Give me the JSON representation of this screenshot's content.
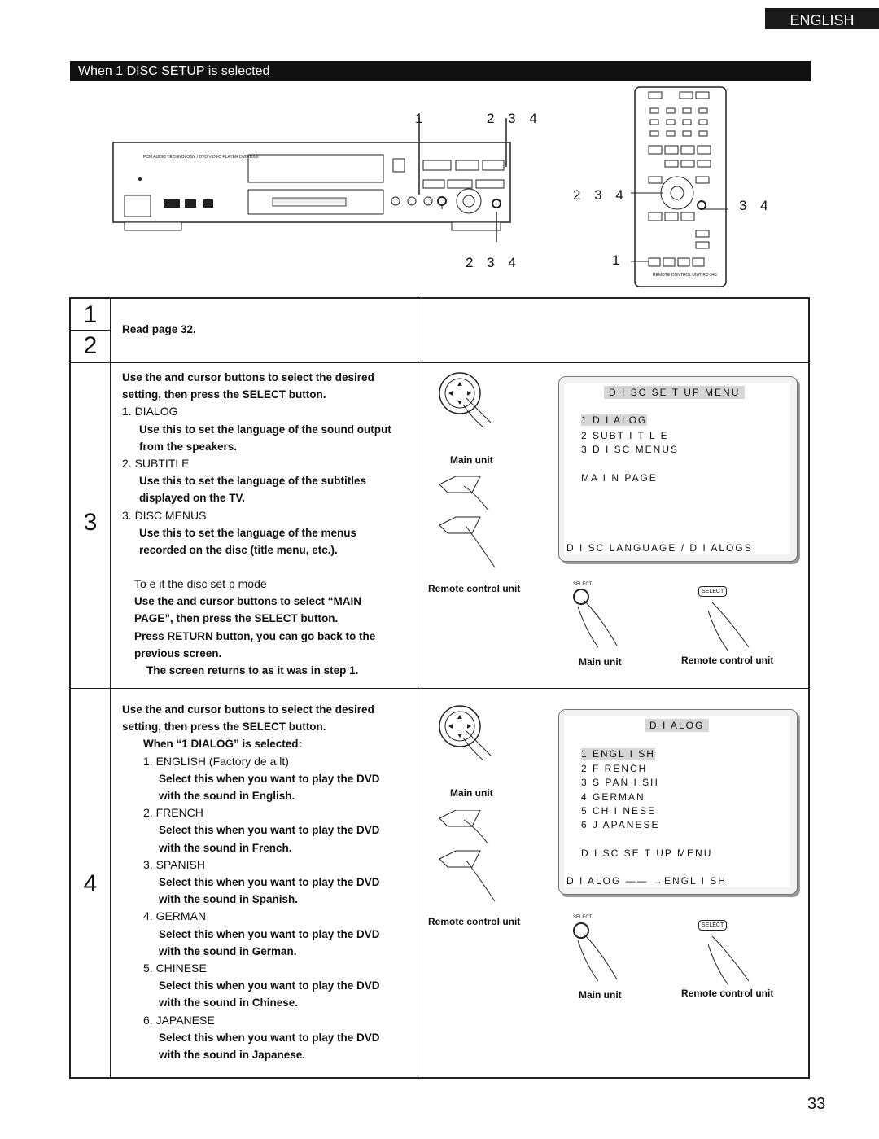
{
  "language_tab": "ENGLISH",
  "header": "When  1 DISC SETUP  is selected",
  "callouts": {
    "player_top_1": "1",
    "player_top_234": "2 3 4",
    "player_bottom_234": "2 3 4",
    "remote_left_234": "2 3 4",
    "remote_right_34": "3 4",
    "remote_bottom_1": "1",
    "remote_model": "REMOTE CONTROL UNIT RC-543",
    "player_brand": "PCM AUDIO TECHNOLOGY / DVD VIDEO PLAYER  DVD-1000"
  },
  "steps": {
    "s1": "1",
    "s2": "2",
    "s3": "3",
    "s4": "4"
  },
  "step12_text": "Read page 32.",
  "step3": {
    "intro1": "Use the     and     cursor buttons to select the desired",
    "intro2": "setting, then press the SELECT button.",
    "items": [
      {
        "label": "1.  DIALOG",
        "desc1": "Use this to set the language of the sound output",
        "desc2": "from the speakers."
      },
      {
        "label": "2.  SUBTITLE",
        "desc1": "Use  this  to  set  the  language  of  the  subtitles",
        "desc2": "displayed on the TV."
      },
      {
        "label": "3.  DISC MENUS",
        "desc1": "Use  this  to  set  the  language  of  the  menus",
        "desc2": "recorded on the disc (title menu, etc.)."
      }
    ],
    "exit_title": "To e  it the disc set  p mode",
    "exit1": "Use the     and     cursor buttons to select “MAIN",
    "exit2": "PAGE”, then press the SELECT button.",
    "exit3": "Press  RETURN  button,  you  can  go  back  to  the",
    "exit4": "previous screen.",
    "exit5": "The screen returns to as it was in step 1.",
    "cap_main": "Main unit",
    "cap_remote": "Remote control unit",
    "cap_main2": "Main unit",
    "cap_remote2": "Remote control unit",
    "select_small": "SELECT",
    "select_btn": "SELECT",
    "osd": {
      "title": "D I SC   SE T UP   MENU",
      "line1": "1    D I ALOG",
      "line2": "2    SUBT I T L E",
      "line3": "3    D I SC   MENUS",
      "line4": "MA I N    PAGE",
      "line5": "D I SC    LANGUAGE / D I ALOGS"
    }
  },
  "step4": {
    "intro1": "Use the     and     cursor buttons to select the desired",
    "intro2": "setting, then press the SELECT button.",
    "subtitle": "When “1 DIALOG” is selected:",
    "items": [
      {
        "label": "1.  ENGLISH (Factory de a  lt)",
        "desc1": "Select  this  when  you  want  to  play  the  DVD",
        "desc2": "with the sound in English."
      },
      {
        "label": "2.  FRENCH",
        "desc1": "Select  this  when  you  want  to  play  the  DVD",
        "desc2": "with the sound in French."
      },
      {
        "label": "3.  SPANISH",
        "desc1": "Select  this  when  you  want  to  play  the  DVD",
        "desc2": "with the sound in Spanish."
      },
      {
        "label": "4.  GERMAN",
        "desc1": "Select  this  when  you  want  to  play  the  DVD",
        "desc2": "with the sound in German."
      },
      {
        "label": "5.  CHINESE",
        "desc1": "Select  this  when  you  want  to  play  the  DVD",
        "desc2": "with the sound in Chinese."
      },
      {
        "label": "6.  JAPANESE",
        "desc1": "Select  this  when  you  want  to  play  the  DVD",
        "desc2": "with the sound in Japanese."
      }
    ],
    "cap_main": "Main unit",
    "cap_remote": "Remote control unit",
    "cap_main2": "Main unit",
    "cap_remote2": "Remote control unit",
    "select_small": "SELECT",
    "select_btn": "SELECT",
    "osd": {
      "title": "D I ALOG",
      "line1": "1    ENGL I SH",
      "line2": "2    F RENCH",
      "line3": "3    S PAN I SH",
      "line4": "4    GERMAN",
      "line5": "5    CH I NESE",
      "line6": "6    J APANESE",
      "line7": "D I SC    SE T UP    MENU",
      "line8": "D I ALOG —— →ENGL I SH"
    }
  },
  "page_number": "33"
}
